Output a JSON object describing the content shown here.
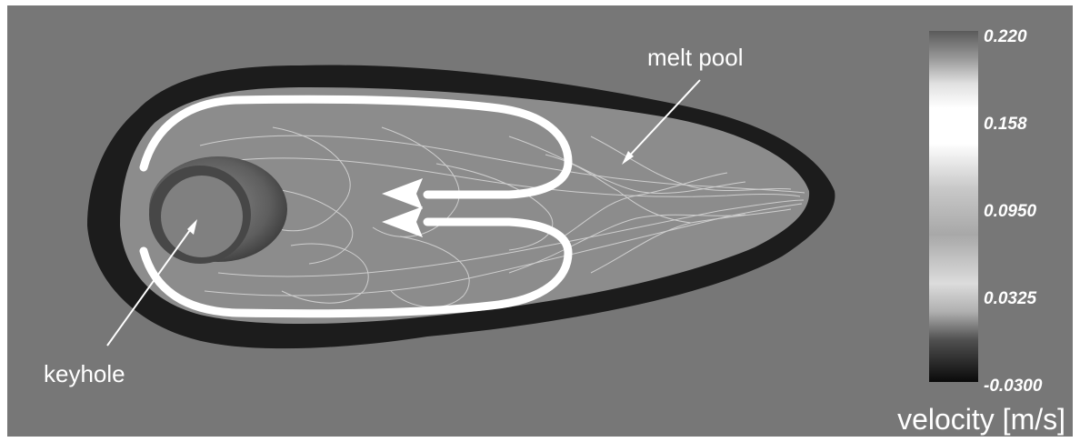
{
  "labels": {
    "melt_pool": "melt pool",
    "keyhole": "keyhole"
  },
  "colorbar": {
    "ticks": [
      "0.220",
      "0.158",
      "0.0950",
      "0.0325",
      "-0.0300"
    ],
    "title": "velocity [m/s]"
  },
  "colors": {
    "background": "#777777",
    "frame": "#ffffff",
    "pool_outer": "#1a1a1a",
    "pool_inner": "#8a8a8a",
    "flow_arrow": "#ffffff",
    "streamline": "#d8d8d8"
  }
}
